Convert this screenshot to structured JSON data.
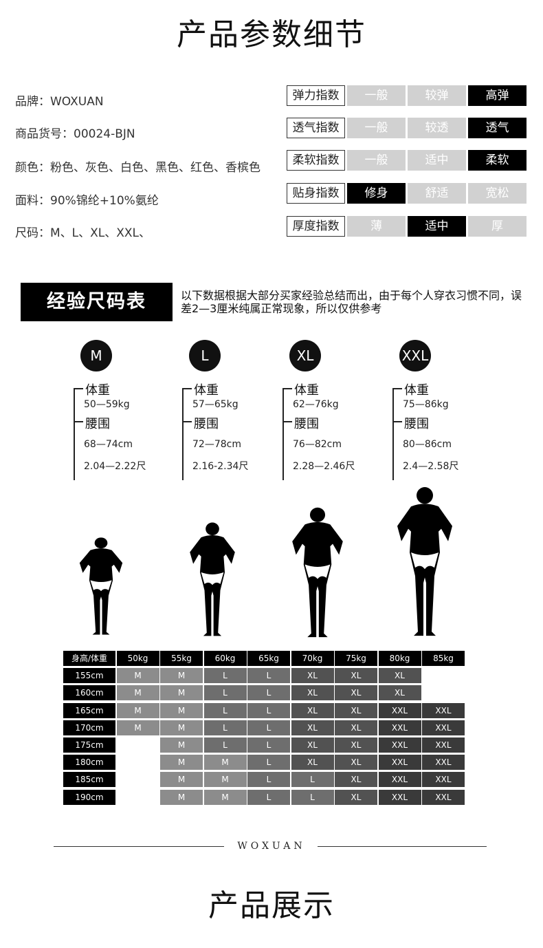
{
  "header": {
    "title": "产品参数细节"
  },
  "params": [
    "品牌：WOXUAN",
    "商品货号：00024-BJN",
    "颜色：粉色、灰色、白色、黑色、红色、香槟色",
    "面料：90%锦纶+10%氨纶",
    "尺码：M、L、XL、XXL、"
  ],
  "indices": [
    {
      "label": "弹力指数",
      "options": [
        "一般",
        "较弹",
        "高弹"
      ],
      "selected": 2
    },
    {
      "label": "透气指数",
      "options": [
        "一般",
        "较透",
        "透气"
      ],
      "selected": 2
    },
    {
      "label": "柔软指数",
      "options": [
        "一般",
        "适中",
        "柔软"
      ],
      "selected": 2
    },
    {
      "label": "贴身指数",
      "options": [
        "修身",
        "舒适",
        "宽松"
      ],
      "selected": 0
    },
    {
      "label": "厚度指数",
      "options": [
        "薄",
        "适中",
        "厚"
      ],
      "selected": 1
    }
  ],
  "experience": {
    "title": "经验尺码表",
    "note": "以下数据根据大部分买家经验总结而出，由于每个人穿衣习惯不同，误差2—3厘米纯属正常现象，所以仅供参考"
  },
  "sizes": [
    {
      "code": "M",
      "weight_label": "体重",
      "weight": "50—59kg",
      "waist_label": "腰围",
      "waist_cm": "68—74cm",
      "waist_chi": "2.04—2.22尺"
    },
    {
      "code": "L",
      "weight_label": "体重",
      "weight": "57—65kg",
      "waist_label": "腰围",
      "waist_cm": "72—78cm",
      "waist_chi": "2.16-2.34尺"
    },
    {
      "code": "XL",
      "weight_label": "体重",
      "weight": "62—76kg",
      "waist_label": "腰围",
      "waist_cm": "76—82cm",
      "waist_chi": "2.28—2.46尺"
    },
    {
      "code": "XXL",
      "weight_label": "体重",
      "weight": "75—86kg",
      "waist_label": "腰围",
      "waist_cm": "80—86cm",
      "waist_chi": "2.4—2.58尺"
    }
  ],
  "size_chart": {
    "corner": "身高/体重",
    "weights": [
      "50kg",
      "55kg",
      "60kg",
      "65kg",
      "70kg",
      "75kg",
      "80kg",
      "85kg"
    ],
    "rows": [
      {
        "height": "155cm",
        "cells": [
          "M",
          "M",
          "L",
          "L",
          "XL",
          "XL",
          "XL",
          ""
        ]
      },
      {
        "height": "160cm",
        "cells": [
          "M",
          "M",
          "L",
          "L",
          "XL",
          "XL",
          "XL",
          ""
        ]
      },
      {
        "height": "165cm",
        "cells": [
          "M",
          "M",
          "L",
          "L",
          "XL",
          "XL",
          "XXL",
          "XXL"
        ]
      },
      {
        "height": "170cm",
        "cells": [
          "M",
          "M",
          "L",
          "L",
          "XL",
          "XL",
          "XXL",
          "XXL"
        ]
      },
      {
        "height": "175cm",
        "cells": [
          "",
          "M",
          "L",
          "L",
          "XL",
          "XL",
          "XXL",
          "XXL"
        ]
      },
      {
        "height": "180cm",
        "cells": [
          "",
          "M",
          "M",
          "L",
          "XL",
          "XL",
          "XXL",
          "XXL"
        ]
      },
      {
        "height": "185cm",
        "cells": [
          "",
          "M",
          "M",
          "L",
          "L",
          "XL",
          "XXL",
          "XXL"
        ]
      },
      {
        "height": "190cm",
        "cells": [
          "",
          "M",
          "M",
          "L",
          "L",
          "XL",
          "XXL",
          "XXL"
        ]
      }
    ],
    "colors": {
      "M": "#8c8c8c",
      "L": "#6e6e6e",
      "XL": "#525252",
      "XXL": "#3a3a3a",
      "header": "#000000"
    }
  },
  "footer": {
    "brand": "WOXUAN",
    "title": "产品展示"
  }
}
